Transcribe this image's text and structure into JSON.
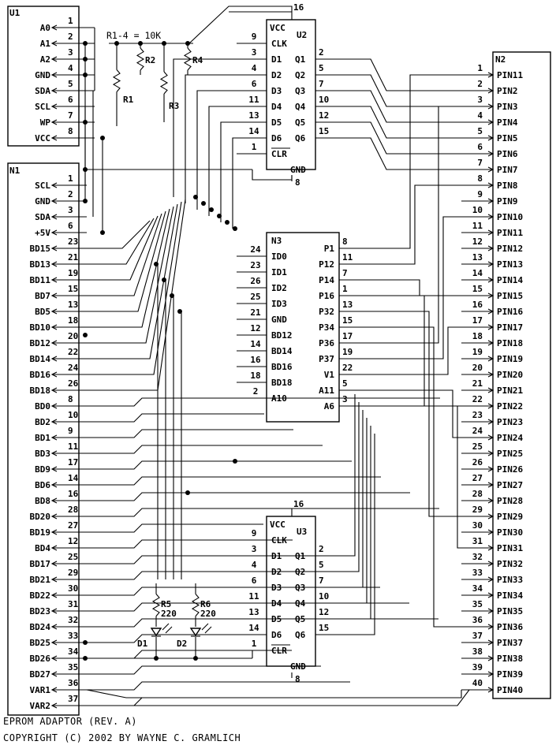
{
  "title": "EPROM ADAPTOR (REV. A)",
  "copyright": "COPYRIGHT (C) 2002 BY WAYNE C. GRAMLICH",
  "resistor_note": "R1-4 = 10K",
  "u1": {
    "name": "U1",
    "pins": [
      {
        "label": "A0",
        "num": "1"
      },
      {
        "label": "A1",
        "num": "2"
      },
      {
        "label": "A2",
        "num": "3"
      },
      {
        "label": "GND",
        "num": "4"
      },
      {
        "label": "SDA",
        "num": "5"
      },
      {
        "label": "SCL",
        "num": "6"
      },
      {
        "label": "WP",
        "num": "7"
      },
      {
        "label": "VCC",
        "num": "8"
      }
    ]
  },
  "n1": {
    "name": "N1",
    "pins": [
      {
        "label": "SCL",
        "num": "1"
      },
      {
        "label": "GND",
        "num": "2"
      },
      {
        "label": "SDA",
        "num": "3"
      },
      {
        "label": "+5V",
        "num": "6"
      },
      {
        "label": "BD15",
        "num": "23"
      },
      {
        "label": "BD13",
        "num": "21"
      },
      {
        "label": "BD11",
        "num": "19"
      },
      {
        "label": "BD7",
        "num": "15"
      },
      {
        "label": "BD5",
        "num": "13"
      },
      {
        "label": "BD10",
        "num": "18"
      },
      {
        "label": "BD12",
        "num": "20"
      },
      {
        "label": "BD14",
        "num": "22"
      },
      {
        "label": "BD16",
        "num": "24"
      },
      {
        "label": "BD18",
        "num": "26"
      },
      {
        "label": "BD0",
        "num": "8"
      },
      {
        "label": "BD2",
        "num": "10"
      },
      {
        "label": "BD1",
        "num": "9"
      },
      {
        "label": "BD3",
        "num": "11"
      },
      {
        "label": "BD9",
        "num": "17"
      },
      {
        "label": "BD6",
        "num": "14"
      },
      {
        "label": "BD8",
        "num": "16"
      },
      {
        "label": "BD20",
        "num": "28"
      },
      {
        "label": "BD19",
        "num": "27"
      },
      {
        "label": "BD4",
        "num": "12"
      },
      {
        "label": "BD17",
        "num": "25"
      },
      {
        "label": "BD21",
        "num": "29"
      },
      {
        "label": "BD22",
        "num": "30"
      },
      {
        "label": "BD23",
        "num": "31"
      },
      {
        "label": "BD24",
        "num": "32"
      },
      {
        "label": "BD25",
        "num": "33"
      },
      {
        "label": "BD26",
        "num": "34"
      },
      {
        "label": "BD27",
        "num": "35"
      },
      {
        "label": "VAR1",
        "num": "36"
      },
      {
        "label": "VAR2",
        "num": "37"
      }
    ]
  },
  "u2": {
    "name": "U2",
    "left": [
      {
        "label": "VCC",
        "num": "16"
      },
      {
        "label": "CLK",
        "num": "9"
      },
      {
        "label": "D1",
        "num": "3"
      },
      {
        "label": "D2",
        "num": "4"
      },
      {
        "label": "D3",
        "num": "6"
      },
      {
        "label": "D4",
        "num": "11"
      },
      {
        "label": "D5",
        "num": "13"
      },
      {
        "label": "D6",
        "num": "14"
      },
      {
        "label": "CLR",
        "num": "1"
      },
      {
        "label": "GND",
        "num": "8"
      }
    ],
    "right": [
      {
        "label": "Q1",
        "num": "2"
      },
      {
        "label": "Q2",
        "num": "5"
      },
      {
        "label": "Q3",
        "num": "7"
      },
      {
        "label": "Q4",
        "num": "10"
      },
      {
        "label": "Q5",
        "num": "12"
      },
      {
        "label": "Q6",
        "num": "15"
      }
    ]
  },
  "u3": {
    "name": "U3",
    "left": [
      {
        "label": "VCC",
        "num": "16"
      },
      {
        "label": "CLK",
        "num": "9"
      },
      {
        "label": "D1",
        "num": "3"
      },
      {
        "label": "D2",
        "num": "4"
      },
      {
        "label": "D3",
        "num": "6"
      },
      {
        "label": "D4",
        "num": "11"
      },
      {
        "label": "D5",
        "num": "13"
      },
      {
        "label": "D6",
        "num": "14"
      },
      {
        "label": "CLR",
        "num": "1"
      },
      {
        "label": "GND",
        "num": "8"
      }
    ],
    "right": [
      {
        "label": "Q1",
        "num": "2"
      },
      {
        "label": "Q2",
        "num": "5"
      },
      {
        "label": "Q3",
        "num": "7"
      },
      {
        "label": "Q4",
        "num": "10"
      },
      {
        "label": "Q5",
        "num": "12"
      },
      {
        "label": "Q6",
        "num": "15"
      }
    ]
  },
  "n3": {
    "name": "N3",
    "left": [
      {
        "label": "ID0",
        "num": "24"
      },
      {
        "label": "ID1",
        "num": "23"
      },
      {
        "label": "ID2",
        "num": "26"
      },
      {
        "label": "ID3",
        "num": "25"
      },
      {
        "label": "GND",
        "num": "21"
      },
      {
        "label": "BD12",
        "num": "12"
      },
      {
        "label": "BD14",
        "num": "14"
      },
      {
        "label": "BD16",
        "num": "16"
      },
      {
        "label": "BD18",
        "num": "18"
      },
      {
        "label": "A10",
        "num": "2"
      }
    ],
    "right": [
      {
        "label": "P1",
        "num": "8"
      },
      {
        "label": "P12",
        "num": "11"
      },
      {
        "label": "P14",
        "num": "7"
      },
      {
        "label": "P16",
        "num": "1"
      },
      {
        "label": "P32",
        "num": "13"
      },
      {
        "label": "P34",
        "num": "15"
      },
      {
        "label": "P36",
        "num": "17"
      },
      {
        "label": "P37",
        "num": "19"
      },
      {
        "label": "V1",
        "num": "22"
      },
      {
        "label": "A11",
        "num": "5"
      },
      {
        "label": "A6",
        "num": "3"
      }
    ]
  },
  "n2": {
    "name": "N2",
    "pins": [
      {
        "label": "PIN11",
        "num": "1"
      },
      {
        "label": "PIN2",
        "num": "2"
      },
      {
        "label": "PIN3",
        "num": "3"
      },
      {
        "label": "PIN4",
        "num": "4"
      },
      {
        "label": "PIN5",
        "num": "5"
      },
      {
        "label": "PIN6",
        "num": "6"
      },
      {
        "label": "PIN7",
        "num": "7"
      },
      {
        "label": "PIN8",
        "num": "8"
      },
      {
        "label": "PIN9",
        "num": "9"
      },
      {
        "label": "PIN10",
        "num": "10"
      },
      {
        "label": "PIN11",
        "num": "11"
      },
      {
        "label": "PIN12",
        "num": "12"
      },
      {
        "label": "PIN13",
        "num": "13"
      },
      {
        "label": "PIN14",
        "num": "14"
      },
      {
        "label": "PIN15",
        "num": "15"
      },
      {
        "label": "PIN16",
        "num": "16"
      },
      {
        "label": "PIN17",
        "num": "17"
      },
      {
        "label": "PIN18",
        "num": "18"
      },
      {
        "label": "PIN19",
        "num": "19"
      },
      {
        "label": "PIN20",
        "num": "20"
      },
      {
        "label": "PIN21",
        "num": "21"
      },
      {
        "label": "PIN22",
        "num": "22"
      },
      {
        "label": "PIN23",
        "num": "23"
      },
      {
        "label": "PIN24",
        "num": "24"
      },
      {
        "label": "PIN25",
        "num": "25"
      },
      {
        "label": "PIN26",
        "num": "26"
      },
      {
        "label": "PIN27",
        "num": "27"
      },
      {
        "label": "PIN28",
        "num": "28"
      },
      {
        "label": "PIN29",
        "num": "29"
      },
      {
        "label": "PIN30",
        "num": "30"
      },
      {
        "label": "PIN31",
        "num": "31"
      },
      {
        "label": "PIN32",
        "num": "32"
      },
      {
        "label": "PIN33",
        "num": "33"
      },
      {
        "label": "PIN34",
        "num": "34"
      },
      {
        "label": "PIN35",
        "num": "35"
      },
      {
        "label": "PIN36",
        "num": "36"
      },
      {
        "label": "PIN37",
        "num": "37"
      },
      {
        "label": "PIN38",
        "num": "38"
      },
      {
        "label": "PIN39",
        "num": "39"
      },
      {
        "label": "PIN40",
        "num": "40"
      }
    ]
  },
  "resistors": [
    {
      "name": "R1"
    },
    {
      "name": "R2"
    },
    {
      "name": "R3"
    },
    {
      "name": "R4"
    },
    {
      "name": "R5",
      "value": "220"
    },
    {
      "name": "R6",
      "value": "220"
    }
  ],
  "leds": [
    {
      "name": "D1"
    },
    {
      "name": "D2"
    }
  ]
}
